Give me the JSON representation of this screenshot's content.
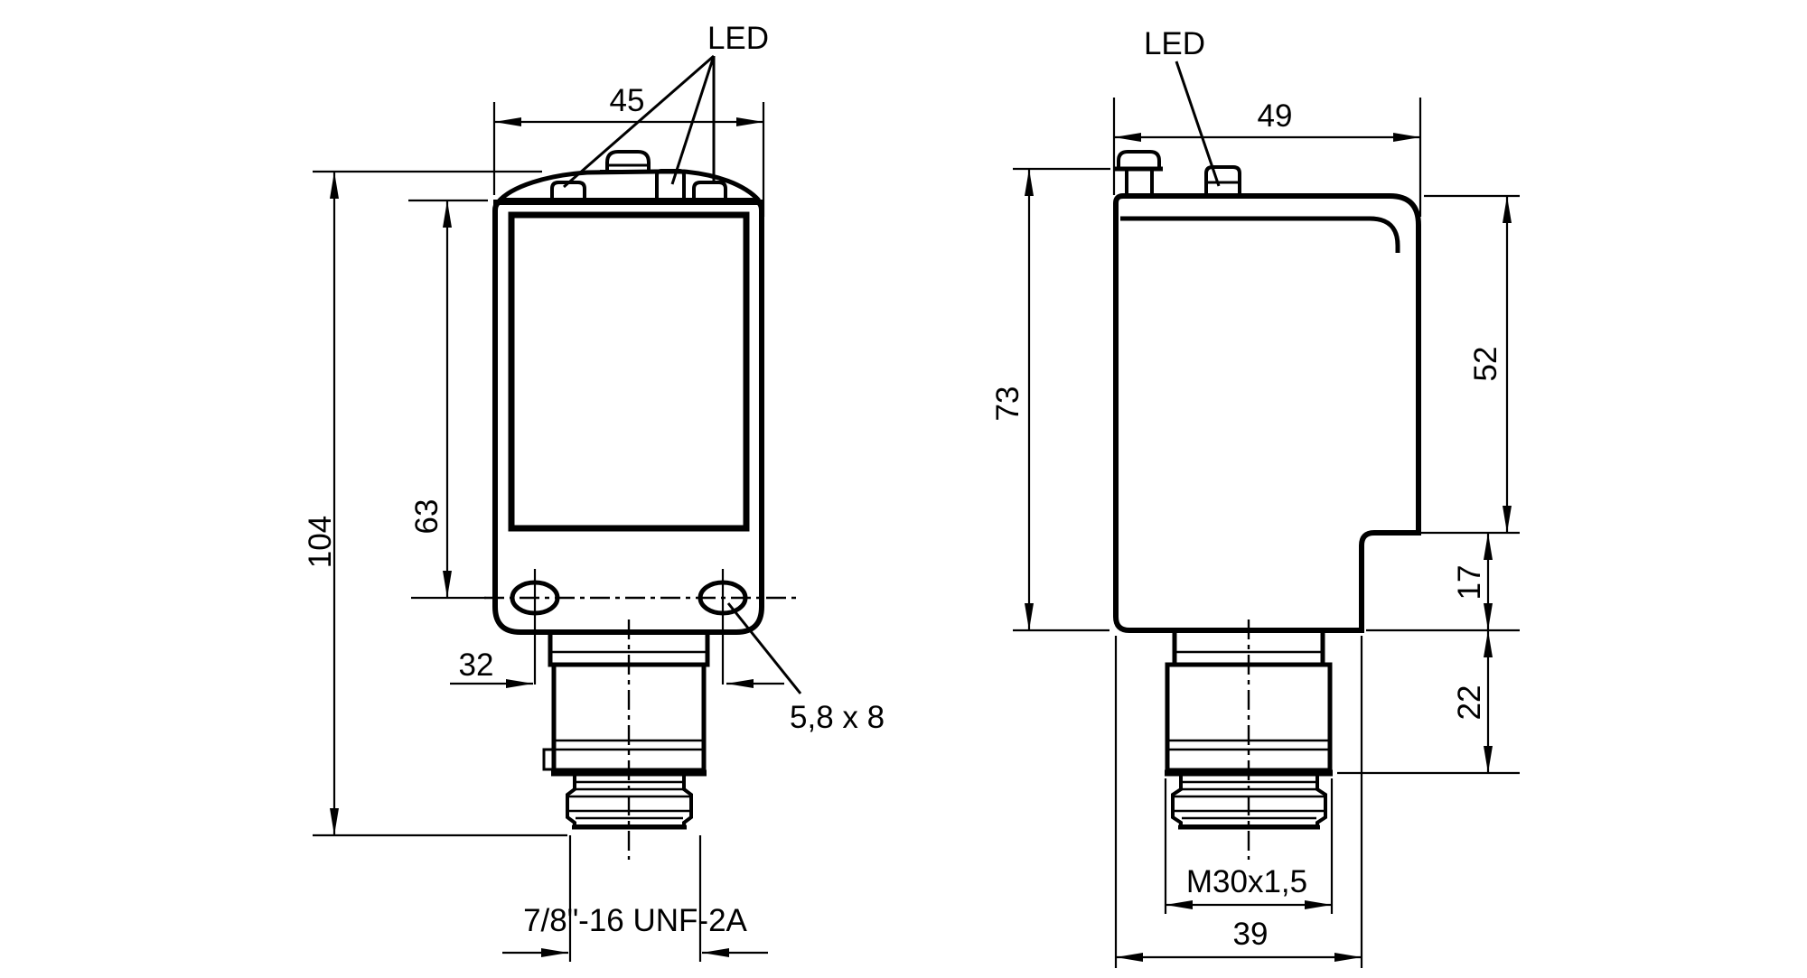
{
  "page": {
    "background": "#ffffff",
    "line_color": "#000000"
  },
  "front_view": {
    "led_label": "LED",
    "width": "45",
    "total_height": "104",
    "window_height": "63",
    "hole_spacing": "32",
    "slot_size": "5,8 x 8",
    "thread": "7/8\"-16 UNF-2A"
  },
  "side_view": {
    "led_label": "LED",
    "depth": "49",
    "body_height": "73",
    "upper_height": "52",
    "step_height": "17",
    "connector_height": "22",
    "thread": "M30x1,5",
    "base_depth": "39"
  }
}
